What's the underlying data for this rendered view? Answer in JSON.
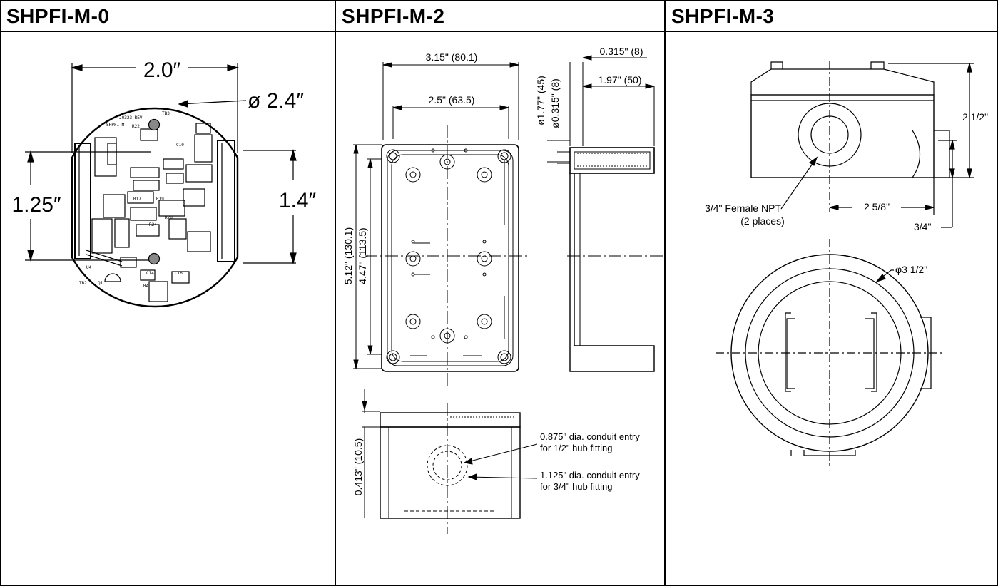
{
  "panels": [
    {
      "title": "SHPFI-M-0",
      "dims": {
        "width": "2.0″",
        "diameter": "ø 2.4″",
        "left_height": "1.25″",
        "right_height": "1.4″"
      },
      "pcb_text": {
        "rev": "20323 REV",
        "model": "SHPFI-M",
        "r22": "R22",
        "r17": "R17",
        "r19": "R19",
        "r20": "R20",
        "r24": "R24",
        "c10": "C10",
        "c14": "C14",
        "c16": "C16",
        "r4": "R4",
        "q1": "Q1",
        "u4": "U4",
        "tb3": "TB3",
        "tb2": "TB2"
      }
    },
    {
      "title": "SHPFI-M-2",
      "dims": {
        "outer_width": "3.15\" (80.1)",
        "inner_width": "2.5\" (63.5)",
        "outer_height": "5.12\" (130.1)",
        "inner_height": "4.47\" (113.5)",
        "side_top": "0.315\" (8)",
        "side_depth": "1.97\" (50)",
        "dia_177": "ø1.77\" (45)",
        "dia_0315": "ø0.315\" (8)",
        "bottom_height": "0.413\" (10.5)",
        "callout1_line1": "0.875\" dia. conduit entry",
        "callout1_line2": "for 1/2\" hub fitting",
        "callout2_line1": "1.125\" dia. conduit entry",
        "callout2_line2": "for 3/4\" hub fitting"
      }
    },
    {
      "title": "SHPFI-M-3",
      "dims": {
        "height": "2 1/2\"",
        "hub_offset": "2 5/8\"",
        "hub_height": "3/4\"",
        "npt_line1": "3/4\" Female NPT",
        "npt_line2": "(2 places)",
        "diameter": "φ3 1/2\""
      }
    }
  ]
}
